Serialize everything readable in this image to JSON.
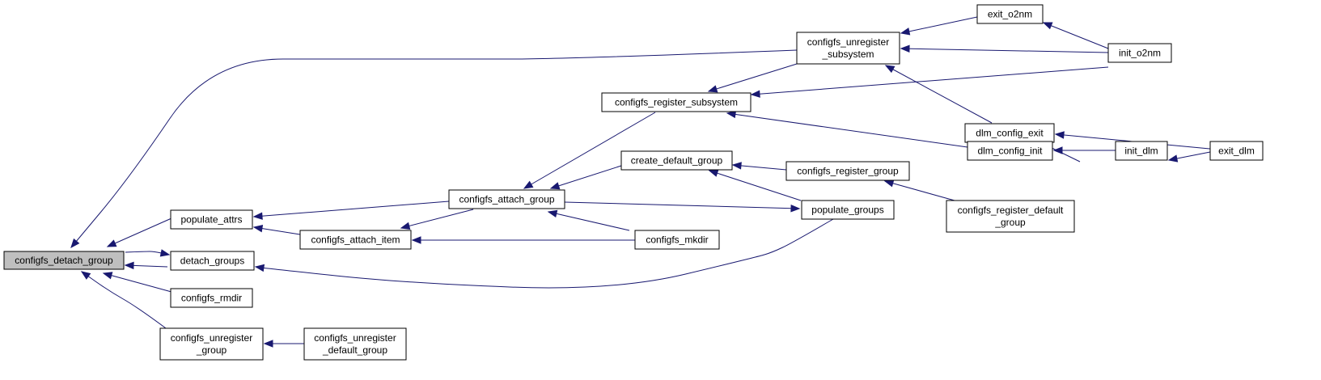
{
  "graph": {
    "type": "call-graph",
    "colors": {
      "edge": "#191970",
      "root_fill": "#bfbfbf",
      "node_fill": "#ffffff",
      "node_stroke": "#000000"
    },
    "nodes": [
      {
        "id": "configfs_detach_group",
        "lines": [
          "configfs_detach_group"
        ],
        "root": true
      },
      {
        "id": "populate_attrs",
        "lines": [
          "populate_attrs"
        ]
      },
      {
        "id": "detach_groups",
        "lines": [
          "detach_groups"
        ]
      },
      {
        "id": "configfs_rmdir",
        "lines": [
          "configfs_rmdir"
        ]
      },
      {
        "id": "configfs_unregister_group",
        "lines": [
          "configfs_unregister",
          "_group"
        ]
      },
      {
        "id": "configfs_unregister_default_group",
        "lines": [
          "configfs_unregister",
          "_default_group"
        ]
      },
      {
        "id": "configfs_attach_item",
        "lines": [
          "configfs_attach_item"
        ]
      },
      {
        "id": "configfs_attach_group",
        "lines": [
          "configfs_attach_group"
        ]
      },
      {
        "id": "configfs_register_subsystem",
        "lines": [
          "configfs_register_subsystem"
        ]
      },
      {
        "id": "create_default_group",
        "lines": [
          "create_default_group"
        ]
      },
      {
        "id": "configfs_mkdir",
        "lines": [
          "configfs_mkdir"
        ]
      },
      {
        "id": "configfs_unregister_subsystem",
        "lines": [
          "configfs_unregister",
          "_subsystem"
        ]
      },
      {
        "id": "configfs_register_group",
        "lines": [
          "configfs_register_group"
        ]
      },
      {
        "id": "populate_groups",
        "lines": [
          "populate_groups"
        ]
      },
      {
        "id": "exit_o2nm",
        "lines": [
          "exit_o2nm"
        ]
      },
      {
        "id": "init_o2nm",
        "lines": [
          "init_o2nm"
        ]
      },
      {
        "id": "dlm_config_exit",
        "lines": [
          "dlm_config_exit"
        ]
      },
      {
        "id": "dlm_config_init",
        "lines": [
          "dlm_config_init"
        ]
      },
      {
        "id": "configfs_register_default_group",
        "lines": [
          "configfs_register_default",
          "_group"
        ]
      },
      {
        "id": "init_dlm",
        "lines": [
          "init_dlm"
        ]
      },
      {
        "id": "exit_dlm",
        "lines": [
          "exit_dlm"
        ]
      }
    ],
    "edges": [
      {
        "from": "populate_attrs",
        "to": "configfs_detach_group"
      },
      {
        "from": "detach_groups",
        "to": "configfs_detach_group"
      },
      {
        "from": "configfs_detach_group",
        "to": "detach_groups"
      },
      {
        "from": "configfs_rmdir",
        "to": "configfs_detach_group"
      },
      {
        "from": "configfs_unregister_group",
        "to": "configfs_detach_group"
      },
      {
        "from": "configfs_unregister_subsystem",
        "to": "configfs_detach_group"
      },
      {
        "from": "configfs_unregister_default_group",
        "to": "configfs_unregister_group"
      },
      {
        "from": "configfs_attach_item",
        "to": "populate_attrs"
      },
      {
        "from": "configfs_attach_group",
        "to": "populate_attrs"
      },
      {
        "from": "configfs_attach_group",
        "to": "configfs_attach_item"
      },
      {
        "from": "configfs_mkdir",
        "to": "configfs_attach_item"
      },
      {
        "from": "populate_groups",
        "to": "detach_groups"
      },
      {
        "from": "configfs_register_subsystem",
        "to": "configfs_attach_group"
      },
      {
        "from": "create_default_group",
        "to": "configfs_attach_group"
      },
      {
        "from": "configfs_mkdir",
        "to": "configfs_attach_group"
      },
      {
        "from": "configfs_attach_group",
        "to": "populate_groups"
      },
      {
        "from": "configfs_unregister_subsystem",
        "to": "configfs_register_subsystem"
      },
      {
        "from": "init_o2nm",
        "to": "configfs_register_subsystem"
      },
      {
        "from": "dlm_config_init",
        "to": "configfs_register_subsystem"
      },
      {
        "from": "configfs_register_group",
        "to": "create_default_group"
      },
      {
        "from": "populate_groups",
        "to": "create_default_group"
      },
      {
        "from": "exit_o2nm",
        "to": "configfs_unregister_subsystem"
      },
      {
        "from": "init_o2nm",
        "to": "configfs_unregister_subsystem"
      },
      {
        "from": "dlm_config_exit",
        "to": "configfs_unregister_subsystem"
      },
      {
        "from": "configfs_register_default_group",
        "to": "configfs_register_group"
      },
      {
        "from": "init_o2nm",
        "to": "exit_o2nm"
      },
      {
        "from": "init_dlm",
        "to": "dlm_config_exit"
      },
      {
        "from": "exit_dlm",
        "to": "dlm_config_exit"
      },
      {
        "from": "init_dlm",
        "to": "dlm_config_init"
      },
      {
        "from": "exit_dlm",
        "to": "init_dlm"
      }
    ]
  }
}
